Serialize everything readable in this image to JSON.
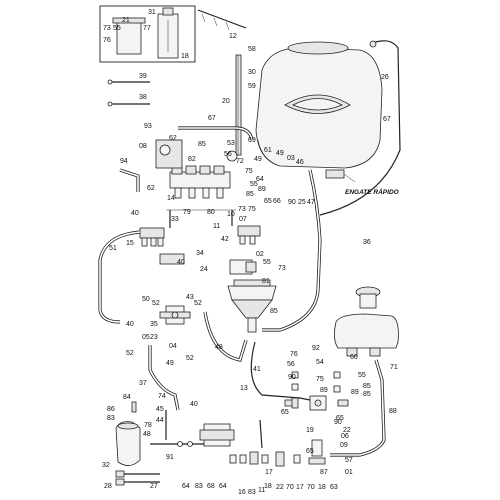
{
  "diagram": {
    "engate_label": "ENGATE RÁPIDO",
    "labels": [
      {
        "t": "31"
      },
      {
        "t": "73"
      },
      {
        "t": "55"
      },
      {
        "t": "21"
      },
      {
        "t": "77"
      },
      {
        "t": "18"
      },
      {
        "t": "76"
      },
      {
        "t": "12"
      },
      {
        "t": "39"
      },
      {
        "t": "38"
      },
      {
        "t": "58"
      },
      {
        "t": "30"
      },
      {
        "t": "59"
      },
      {
        "t": "20"
      },
      {
        "t": "26"
      },
      {
        "t": "67"
      },
      {
        "t": "67"
      },
      {
        "t": "93"
      },
      {
        "t": "85"
      },
      {
        "t": "62"
      },
      {
        "t": "08"
      },
      {
        "t": "53"
      },
      {
        "t": "56"
      },
      {
        "t": "69"
      },
      {
        "t": "61"
      },
      {
        "t": "49"
      },
      {
        "t": "03"
      },
      {
        "t": "46"
      },
      {
        "t": "82"
      },
      {
        "t": "49"
      },
      {
        "t": "72"
      },
      {
        "t": "75"
      },
      {
        "t": "55"
      },
      {
        "t": "89"
      },
      {
        "t": "85"
      },
      {
        "t": "64"
      },
      {
        "t": "94"
      },
      {
        "t": "62"
      },
      {
        "t": "14"
      },
      {
        "t": "73"
      },
      {
        "t": "75"
      },
      {
        "t": "65"
      },
      {
        "t": "66"
      },
      {
        "t": "90"
      },
      {
        "t": "25"
      },
      {
        "t": "47"
      },
      {
        "t": "40"
      },
      {
        "t": "33"
      },
      {
        "t": "79"
      },
      {
        "t": "80"
      },
      {
        "t": "10"
      },
      {
        "t": "07"
      },
      {
        "t": "11"
      },
      {
        "t": "51"
      },
      {
        "t": "15"
      },
      {
        "t": "42"
      },
      {
        "t": "34"
      },
      {
        "t": "40"
      },
      {
        "t": "24"
      },
      {
        "t": "02"
      },
      {
        "t": "55"
      },
      {
        "t": "73"
      },
      {
        "t": "81"
      },
      {
        "t": "36"
      },
      {
        "t": "43"
      },
      {
        "t": "52"
      },
      {
        "t": "50"
      },
      {
        "t": "52"
      },
      {
        "t": "85"
      },
      {
        "t": "40"
      },
      {
        "t": "35"
      },
      {
        "t": "05"
      },
      {
        "t": "23"
      },
      {
        "t": "52"
      },
      {
        "t": "04"
      },
      {
        "t": "49"
      },
      {
        "t": "52"
      },
      {
        "t": "48"
      },
      {
        "t": "41"
      },
      {
        "t": "37"
      },
      {
        "t": "92"
      },
      {
        "t": "60"
      },
      {
        "t": "54"
      },
      {
        "t": "76"
      },
      {
        "t": "56"
      },
      {
        "t": "71"
      },
      {
        "t": "75"
      },
      {
        "t": "55"
      },
      {
        "t": "90"
      },
      {
        "t": "85"
      },
      {
        "t": "85"
      },
      {
        "t": "13"
      },
      {
        "t": "89"
      },
      {
        "t": "89"
      },
      {
        "t": "74"
      },
      {
        "t": "40"
      },
      {
        "t": "84"
      },
      {
        "t": "45"
      },
      {
        "t": "86"
      },
      {
        "t": "83"
      },
      {
        "t": "44"
      },
      {
        "t": "65"
      },
      {
        "t": "19"
      },
      {
        "t": "90"
      },
      {
        "t": "65"
      },
      {
        "t": "88"
      },
      {
        "t": "78"
      },
      {
        "t": "48"
      },
      {
        "t": "22"
      },
      {
        "t": "06"
      },
      {
        "t": "09"
      },
      {
        "t": "65"
      },
      {
        "t": "57"
      },
      {
        "t": "01"
      },
      {
        "t": "32"
      },
      {
        "t": "91"
      },
      {
        "t": "28"
      },
      {
        "t": "27"
      },
      {
        "t": "64"
      },
      {
        "t": "83"
      },
      {
        "t": "68"
      },
      {
        "t": "64"
      },
      {
        "t": "16"
      },
      {
        "t": "83"
      },
      {
        "t": "11"
      },
      {
        "t": "17"
      },
      {
        "t": "18"
      },
      {
        "t": "22"
      },
      {
        "t": "70"
      },
      {
        "t": "17"
      },
      {
        "t": "70"
      },
      {
        "t": "18"
      },
      {
        "t": "87"
      },
      {
        "t": "63"
      }
    ]
  }
}
